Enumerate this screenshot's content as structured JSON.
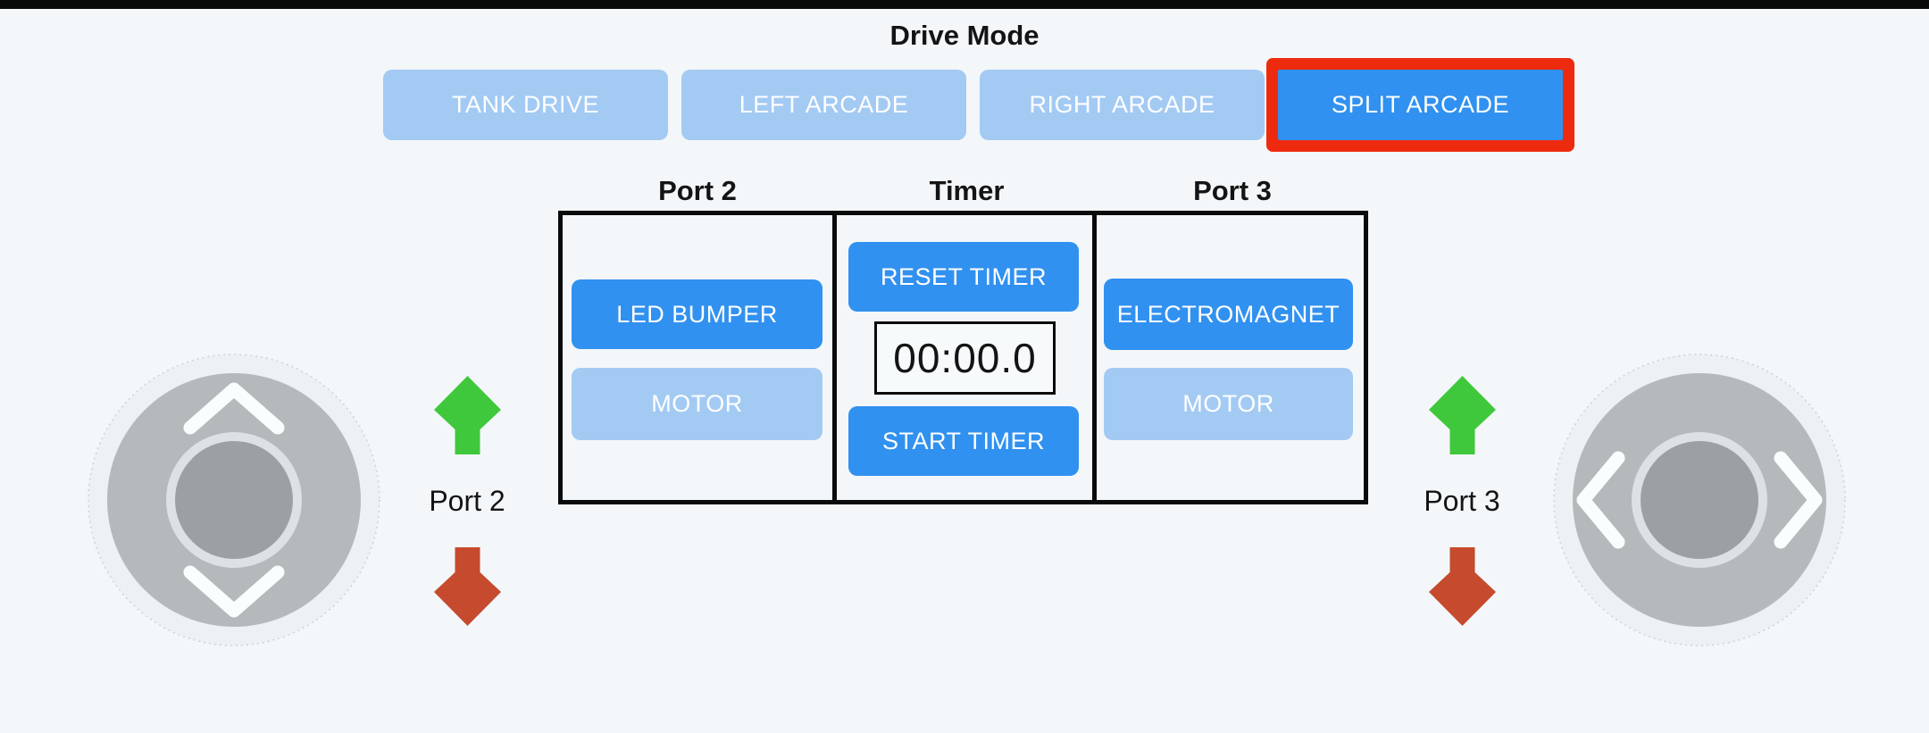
{
  "colors": {
    "bg": "#f3f7f9",
    "top_bar": "#0a0a0a",
    "accent_blue": "#3191f0",
    "light_blue": "#a3caf3",
    "selection_red": "#ee2a0e",
    "arrow_green": "#3fc83c",
    "arrow_red": "#c64a2d",
    "text_dark": "#141414",
    "btn_text": "#ffffff",
    "panel_border": "#0a0a0a",
    "joystick_halo": "#edf1f3",
    "joystick_base": "#b6b9bb",
    "joystick_knob": "#9da0a2",
    "joystick_knob_ring": "#dde1e3",
    "chevron": "#fafdfd"
  },
  "header": {
    "title": "Drive Mode"
  },
  "drive_mode_buttons": [
    {
      "label": "TANK DRIVE",
      "selected": false
    },
    {
      "label": "LEFT ARCADE",
      "selected": false
    },
    {
      "label": "RIGHT ARCADE",
      "selected": false
    },
    {
      "label": "SPLIT ARCADE",
      "selected": true
    }
  ],
  "panel": {
    "port2": {
      "header": "Port 2",
      "device_button": "LED BUMPER",
      "motor_button": "MOTOR",
      "device_active": true,
      "motor_active": false
    },
    "timer": {
      "header": "Timer",
      "reset_label": "RESET TIMER",
      "display_value": "00:00.0",
      "start_label": "START TIMER"
    },
    "port3": {
      "header": "Port 3",
      "device_button": "ELECTROMAGNET",
      "motor_button": "MOTOR",
      "device_active": true,
      "motor_active": false
    }
  },
  "left_controls": {
    "port_label": "Port 2",
    "up_arrow_icon": "block-arrow-up-green",
    "down_arrow_icon": "block-arrow-down-red",
    "joystick_axis": "vertical"
  },
  "right_controls": {
    "port_label": "Port 3",
    "up_arrow_icon": "block-arrow-up-green",
    "down_arrow_icon": "block-arrow-down-red",
    "joystick_axis": "horizontal"
  }
}
